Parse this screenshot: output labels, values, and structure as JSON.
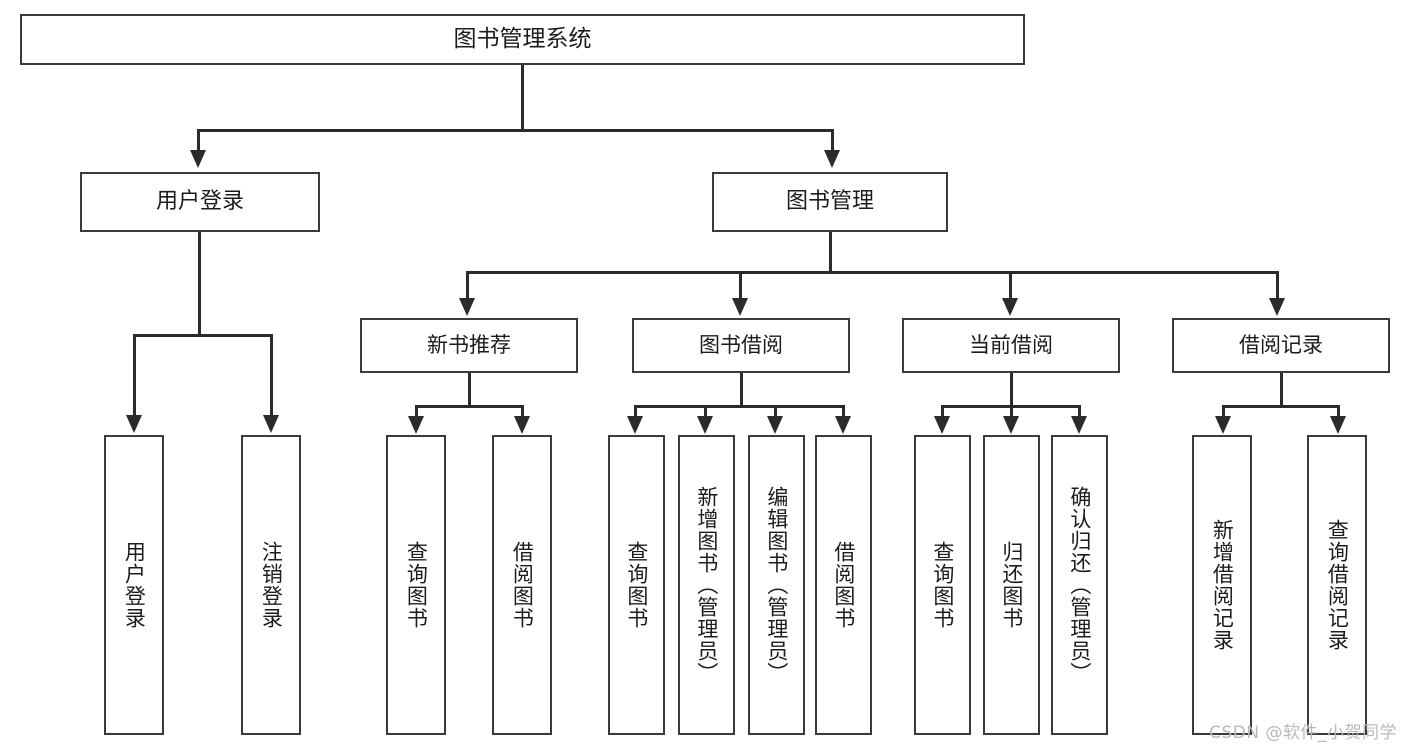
{
  "diagram": {
    "type": "tree-hierarchy-chart",
    "background_color": "#ffffff",
    "box_border_color": "#3a3a3a",
    "connector_color": "#2b2b2b",
    "text_color": "#1c1c1c",
    "root": {
      "label": "图书管理系统"
    },
    "level2": [
      {
        "label": "用户登录"
      },
      {
        "label": "图书管理"
      }
    ],
    "level3": [
      {
        "label": "新书推荐"
      },
      {
        "label": "图书借阅"
      },
      {
        "label": "当前借阅"
      },
      {
        "label": "借阅记录"
      }
    ],
    "leaves": {
      "user_login": [
        {
          "label": "用户登录"
        },
        {
          "label": "注销登录"
        }
      ],
      "new_book_recommend": [
        {
          "label": "查询图书"
        },
        {
          "label": "借阅图书"
        }
      ],
      "book_borrow": [
        {
          "label": "查询图书"
        },
        {
          "label": "新增图书（管理员）"
        },
        {
          "label": "编辑图书（管理员）"
        },
        {
          "label": "借阅图书"
        }
      ],
      "current_borrow": [
        {
          "label": "查询图书"
        },
        {
          "label": "归还图书"
        },
        {
          "label": "确认归还（管理员）"
        }
      ],
      "borrow_record": [
        {
          "label": "新增借阅记录"
        },
        {
          "label": "查询借阅记录"
        }
      ]
    }
  },
  "watermark": {
    "text": "CSDN @软件_小贺同学"
  }
}
